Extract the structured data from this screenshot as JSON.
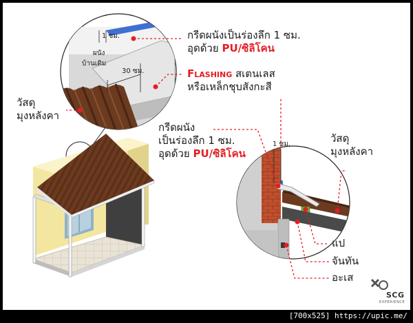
{
  "top_detail": {
    "dim_1cm": "1 ซม.",
    "dim_30cm": "30 ซม.",
    "wall_label_line1": "ผนัง",
    "wall_label_line2": "บ้านเดิม"
  },
  "callout_groove_top": {
    "line1": "กรีดผนังเป็นร่องลึก 1 ซม.",
    "line2_prefix": "อุดด้วย ",
    "line2_highlight": "PU/ซิลิโคน"
  },
  "callout_flashing": {
    "line1_highlight": "Flashing",
    "line1_suffix": " สเตนเลส",
    "line2": "หรือเหล็กชุบสังกะสี"
  },
  "callout_roof_left": {
    "line1": "วัสดุ",
    "line2": "มุงหลังคา"
  },
  "callout_groove_mid": {
    "line1": "กรีดผนัง",
    "line2": "เป็นร่องลึก 1 ซม.",
    "line3_prefix": "อุดด้วย ",
    "line3_highlight": "PU/ซิลิโคน"
  },
  "right_detail": {
    "dim_1cm": "1 ซม."
  },
  "callout_roof_right": {
    "line1": "วัสดุ",
    "line2": "มุงหลังคา"
  },
  "callout_purlin": {
    "label": "แป"
  },
  "callout_rafter": {
    "label": "จันทัน"
  },
  "callout_beam": {
    "label": "อะเส"
  },
  "logo": {
    "word": "SCG",
    "sub": "EXPERIENCE"
  },
  "footer": {
    "text": "[700x525] https://upic.me/"
  },
  "colors": {
    "accent_red": "#e31e24",
    "roof_brown": "#6b3a1f",
    "wall_yellow": "#f3e6a0",
    "brick": "#c0502e",
    "flashing_blue": "#3f6fd1",
    "sealant_green": "#6fae3a"
  }
}
